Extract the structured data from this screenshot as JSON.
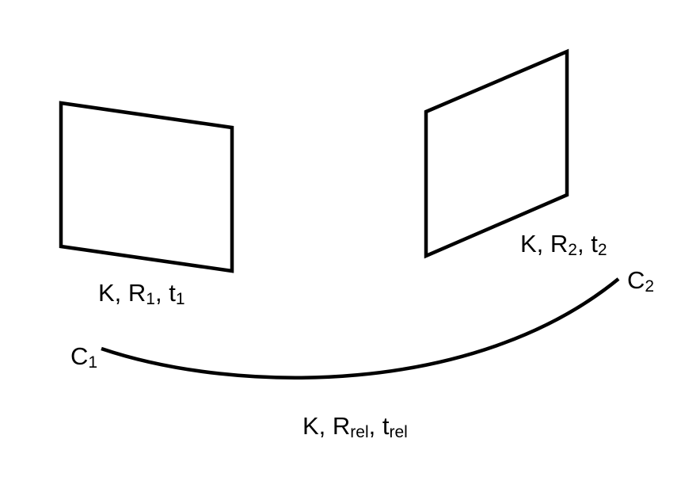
{
  "camera1": {
    "name": "C",
    "name_sub": "1",
    "params": {
      "k": "K, ",
      "r": "R",
      "r_sub": "1",
      "sep": ", ",
      "t": "t",
      "t_sub": "1"
    }
  },
  "camera2": {
    "name": "C",
    "name_sub": "2",
    "params": {
      "k": "K, ",
      "r": "R",
      "r_sub": "2",
      "sep": ", ",
      "t": "t",
      "t_sub": "2"
    }
  },
  "relative": {
    "k": "K, ",
    "r": "R",
    "r_sub": "rel",
    "sep": ", ",
    "t": "t",
    "t_sub": "rel"
  }
}
